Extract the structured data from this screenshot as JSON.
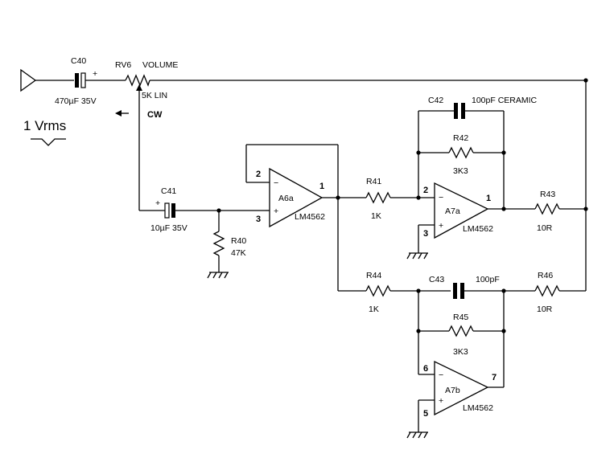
{
  "input": {
    "level_label": "1 Vrms"
  },
  "components": {
    "c40": {
      "ref": "C40",
      "value": "470µF 35V",
      "polarity": "+"
    },
    "rv6": {
      "ref": "RV6",
      "name": "VOLUME",
      "value": "5K LIN",
      "wiper_dir": "CW"
    },
    "c41": {
      "ref": "C41",
      "value": "10µF 35V",
      "polarity": "+"
    },
    "r40": {
      "ref": "R40",
      "value": "47K"
    },
    "a6a": {
      "ref": "A6a",
      "part": "LM4562",
      "pin_inv": "2",
      "pin_noninv": "3",
      "pin_out": "1",
      "minus": "−",
      "plus": "+"
    },
    "r41": {
      "ref": "R41",
      "value": "1K"
    },
    "c42": {
      "ref": "C42",
      "value": "100pF CERAMIC"
    },
    "r42": {
      "ref": "R42",
      "value": "3K3"
    },
    "a7a": {
      "ref": "A7a",
      "part": "LM4562",
      "pin_inv": "2",
      "pin_noninv": "3",
      "pin_out": "1",
      "minus": "−",
      "plus": "+"
    },
    "r43": {
      "ref": "R43",
      "value": "10R"
    },
    "r44": {
      "ref": "R44",
      "value": "1K"
    },
    "c43": {
      "ref": "C43",
      "value": "100pF"
    },
    "r45": {
      "ref": "R45",
      "value": "3K3"
    },
    "r46": {
      "ref": "R46",
      "value": "10R"
    },
    "a7b": {
      "ref": "A7b",
      "part": "LM4562",
      "pin_inv": "6",
      "pin_noninv": "5",
      "pin_out": "7",
      "minus": "−",
      "plus": "+"
    }
  }
}
